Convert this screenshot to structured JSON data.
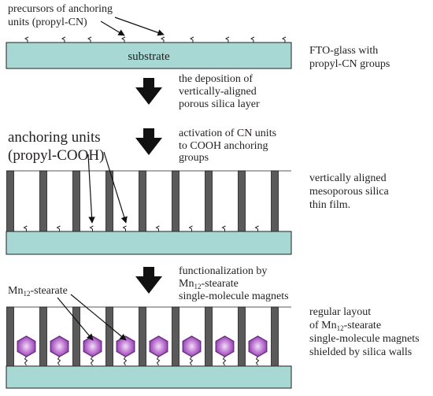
{
  "labels": {
    "precursors_line1": "precursors of anchoring",
    "precursors_line2": "units (propyl-CN)",
    "substrate": "substrate",
    "fto_line1": "FTO-glass with",
    "fto_line2": "propyl-CN groups",
    "step1_line1": "the deposition of",
    "step1_line2": "vertically-aligned",
    "step1_line3": "porous silica layer",
    "anchoring_line1": "anchoring units",
    "anchoring_line2": "(propyl-COOH)",
    "step2_line1": "activation of CN units",
    "step2_line2": "to COOH anchoring",
    "step2_line3": "groups",
    "film_line1": "vertically aligned",
    "film_line2": "mesoporous silica",
    "film_line3": "thin film.",
    "step3_line1": "functionalization by",
    "step3_line2_pre": "Mn",
    "step3_line2_sub": "12",
    "step3_line2_post": "-stearate",
    "step3_line3": "single-molecule magnets",
    "mn_pre": "Mn",
    "mn_sub": "12",
    "mn_post": "-stearate",
    "final_line1": "regular layout",
    "final_line2_pre": "of Mn",
    "final_line2_sub": "12",
    "final_line2_post": "-stearate",
    "final_line3": "single-molecule magnets",
    "final_line4": "shielded by silica walls"
  },
  "colors": {
    "substrate_fill": "#a8d8d4",
    "wall_fill": "#5a5a5a",
    "arrow_fill": "#111111",
    "magnet_edge": "#6a2c82",
    "magnet_center": "#f2def6",
    "magnet_mid": "#c07ad4"
  }
}
